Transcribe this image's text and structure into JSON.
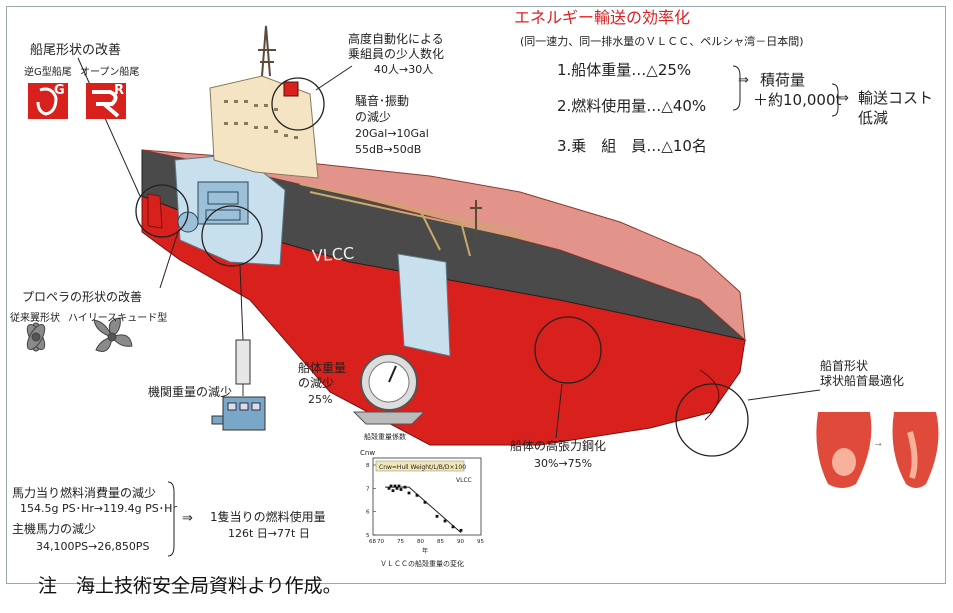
{
  "title": {
    "main": "エネルギー輸送の効率化",
    "sub": "(同一速力、同一排水量のＶＬＣＣ、ペルシャ湾－日本間)"
  },
  "summary": {
    "item1": "1.船体重量…△25%",
    "item2": "2.燃料使用量…△40%",
    "item3": "3.乗　組　員…△10名",
    "cargo_line1": "積荷量",
    "cargo_line2": "＋約10,000t",
    "result_line1": "輸送コスト",
    "result_line2": "低減"
  },
  "automation": {
    "line1": "高度自動化による",
    "line2": "乗組員の少人数化",
    "value": "40人→30人"
  },
  "noise": {
    "line1": "騒音･振動",
    "line2": "の減少",
    "value1": "20Gal→10Gal",
    "value2": "55dB→50dB"
  },
  "stern": {
    "title": "船尾形状の改善",
    "label_left": "逆G型船尾",
    "label_right": "オープン船尾",
    "glyph_left": "G",
    "glyph_right": "R"
  },
  "propeller": {
    "title": "プロペラの形状の改善",
    "label_left": "従来翼形状",
    "label_right": "ハイリースキュード型"
  },
  "engine_weight": "機関重量の減少",
  "hull_weight": {
    "line1": "船体重量",
    "line2": "の減少",
    "value": "25%"
  },
  "ship_label": "VLCC",
  "steel": {
    "label": "船体の高張力鋼化",
    "value": "30%→75%"
  },
  "bow": {
    "line1": "船首形状",
    "line2": "球状船首最適化"
  },
  "fuel": {
    "line1": "馬力当り燃料消費量の減少",
    "value1": "154.5g PS･Hr→119.4g PS･Hr",
    "line2": "主機馬力の減少",
    "value2": "34,100PS→26,850PS",
    "result": "1隻当りの燃料使用量",
    "result_value": "126t 日→77t 日"
  },
  "chart_data": {
    "type": "scatter",
    "title": "船殻重量係数",
    "ylabel": "Cnw",
    "xlabel": "年",
    "inner_label": "Cnw=Hull Weight/L/B/D×100",
    "series_label": "VLCC",
    "caption": "ＶＬＣＣの船殻重量の変化",
    "x_ticks": [
      "68",
      "70",
      "75",
      "80",
      "85",
      "90",
      "95"
    ],
    "y_ticks": [
      "5",
      "6",
      "7",
      "8"
    ],
    "xlim": [
      68,
      95
    ],
    "ylim": [
      5,
      8.3
    ],
    "points": [
      {
        "x": 72,
        "y": 7.0
      },
      {
        "x": 72.5,
        "y": 7.1
      },
      {
        "x": 73,
        "y": 6.9
      },
      {
        "x": 73.5,
        "y": 7.1
      },
      {
        "x": 74,
        "y": 7.0
      },
      {
        "x": 74.5,
        "y": 7.1
      },
      {
        "x": 75,
        "y": 6.95
      },
      {
        "x": 76,
        "y": 7.05
      },
      {
        "x": 77,
        "y": 6.8
      },
      {
        "x": 79,
        "y": 6.7
      },
      {
        "x": 81,
        "y": 6.4
      },
      {
        "x": 84,
        "y": 5.8
      },
      {
        "x": 86,
        "y": 5.6
      },
      {
        "x": 88,
        "y": 5.35
      },
      {
        "x": 90,
        "y": 5.2
      }
    ],
    "trend": [
      {
        "x": 71,
        "y": 7.05
      },
      {
        "x": 77,
        "y": 7.05
      },
      {
        "x": 90,
        "y": 5.1
      }
    ]
  },
  "note": "注　海上技術安全局資料より作成。",
  "colors": {
    "hull_red": "#d8211c",
    "hull_gray": "#4a4a4a",
    "deck": "#e2948a",
    "superstructure": "#f4e4c4",
    "cutaway": "#c8e0ee",
    "title_red": "#e02020"
  }
}
